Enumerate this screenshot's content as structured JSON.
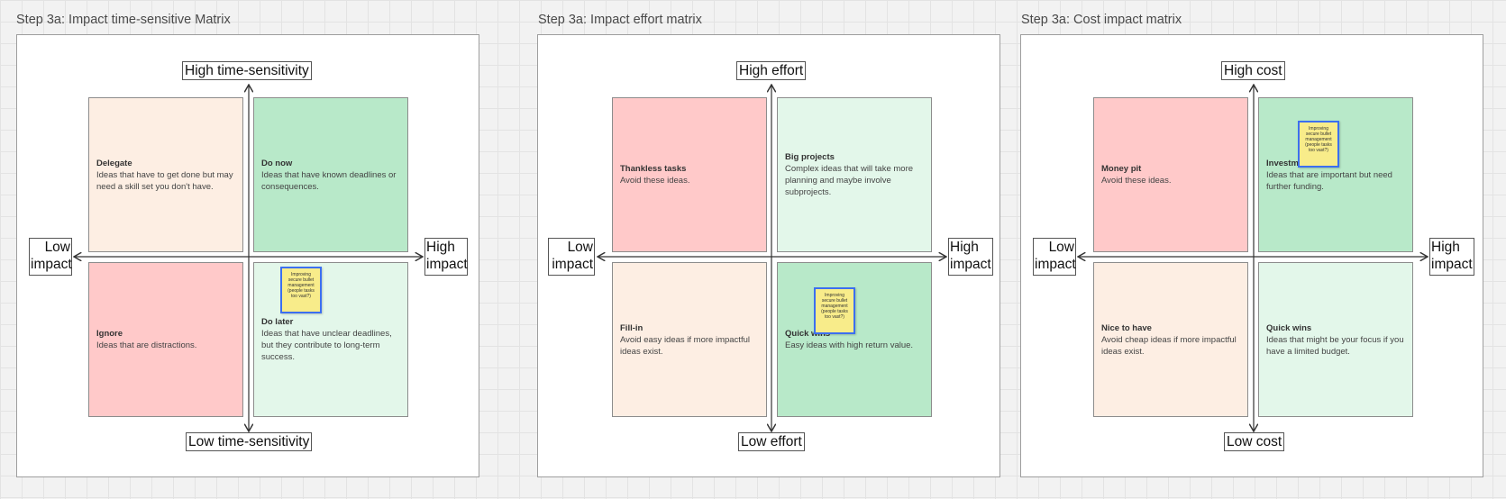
{
  "matrices": [
    {
      "title": "Step 3a: Impact time-sensitive Matrix",
      "top_label": "High time-sensitivity",
      "bottom_label": "Low time-sensitivity",
      "left_label": "Low impact",
      "right_label": "High impact",
      "quadrants": {
        "top_left": {
          "title": "Delegate",
          "desc": "Ideas that have to get done but may need a skill set you don't have.",
          "color": "#fdeee3"
        },
        "top_right": {
          "title": "Do now",
          "desc": "Ideas that have known deadlines or consequences.",
          "color": "#b8e9c9"
        },
        "bottom_left": {
          "title": "Ignore",
          "desc": "Ideas that are distractions.",
          "color": "#ffc9c9"
        },
        "bottom_right": {
          "title": "Do later",
          "desc": "Ideas that have unclear deadlines, but they contribute to long-term success.",
          "color": "#e3f7ea"
        }
      },
      "sticky": "Improving secure bullet management (people tasks too vast?)"
    },
    {
      "title": "Step 3a: Impact effort matrix",
      "top_label": "High effort",
      "bottom_label": "Low effort",
      "left_label": "Low impact",
      "right_label": "High impact",
      "quadrants": {
        "top_left": {
          "title": "Thankless tasks",
          "desc": "Avoid these ideas.",
          "color": "#ffc9c9"
        },
        "top_right": {
          "title": "Big projects",
          "desc": "Complex ideas that will take more planning and maybe involve subprojects.",
          "color": "#e3f7ea"
        },
        "bottom_left": {
          "title": "Fill-in",
          "desc": "Avoid easy ideas if more impactful ideas exist.",
          "color": "#fdeee3"
        },
        "bottom_right": {
          "title": "Quick wins",
          "desc": "Easy ideas with high return value.",
          "color": "#b8e9c9"
        }
      },
      "sticky": "Improving secure bullet management (people tasks too vast?)"
    },
    {
      "title": "Step 3a: Cost impact matrix",
      "top_label": "High cost",
      "bottom_label": "Low cost",
      "left_label": "Low impact",
      "right_label": "High impact",
      "quadrants": {
        "top_left": {
          "title": "Money pit",
          "desc": "Avoid these ideas.",
          "color": "#ffc9c9"
        },
        "top_right": {
          "title": "Investments",
          "desc": "Ideas that are important but need further funding.",
          "color": "#b8e9c9"
        },
        "bottom_left": {
          "title": "Nice to have",
          "desc": "Avoid cheap ideas if more impactful ideas exist.",
          "color": "#fdeee3"
        },
        "bottom_right": {
          "title": "Quick wins",
          "desc": "Ideas that might be your focus if you have a limited budget.",
          "color": "#e3f7ea"
        }
      },
      "sticky": "Improving secure bullet management (people tasks too vast?)"
    }
  ]
}
